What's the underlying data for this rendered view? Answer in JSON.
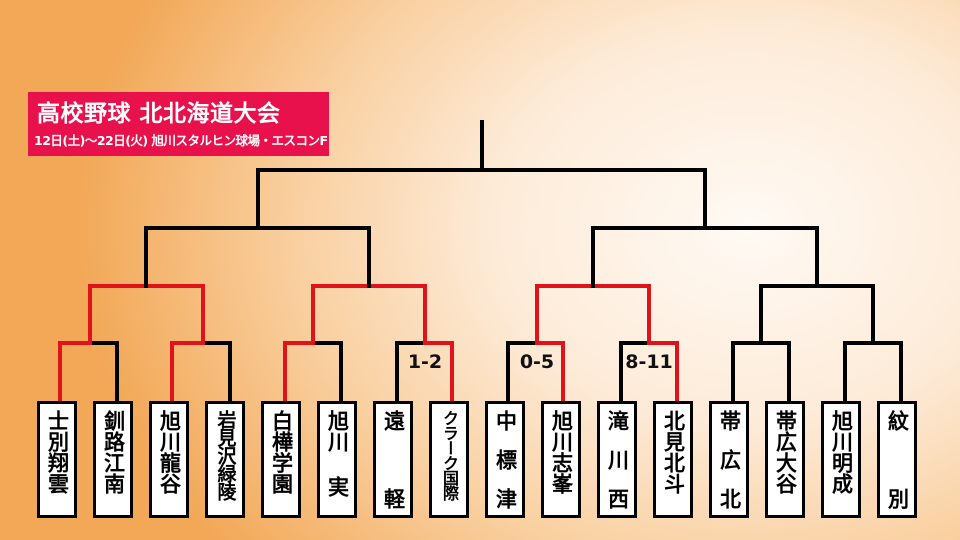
{
  "header": {
    "title": "高校野球 北北海道大会",
    "subtitle": "12日(土)〜22日(火) 旭川スタルヒン球場・エスコンF"
  },
  "teams": [
    "士別翔雲",
    "釧路江南",
    "旭川龍谷",
    "岩見沢緑陵",
    "白樺学園",
    "旭川実",
    "遠軽",
    "クラーク国際",
    "中標津",
    "旭川志峯",
    "滝川西",
    "北見北斗",
    "帯広北",
    "帯広大谷",
    "旭川明成",
    "紋別"
  ],
  "team_display": [
    "士別翔雲",
    "釧路江南",
    "旭川龍谷",
    "岩見沢緑陵",
    "白樺学園",
    "旭川 実",
    "遠 軽",
    "クラーク国際",
    "中 標 津",
    "旭川志峯",
    "滝 川 西",
    "北見北斗",
    "帯 広 北",
    "帯広大谷",
    "旭川明成",
    "紋 別"
  ],
  "scores": {
    "game_ensuikei_clark": "1-2",
    "game_nakashibetsu_shiho": "0-5",
    "game_takigawa_kitami": "8-11"
  },
  "colors": {
    "accent": "#e8114c",
    "winner_line": "#e0121a",
    "bracket_line": "#000000"
  }
}
